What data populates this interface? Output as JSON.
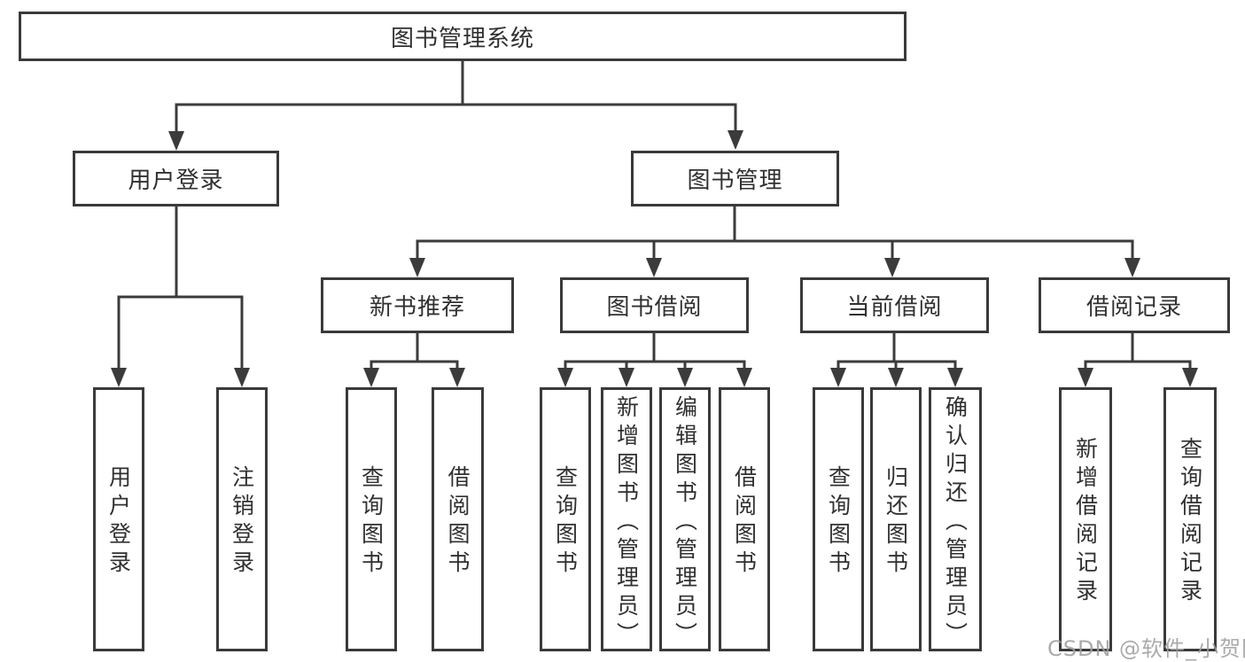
{
  "diagram": {
    "root": {
      "label": "图书管理系统"
    },
    "level2": [
      {
        "label": "用户登录"
      },
      {
        "label": "图书管理"
      }
    ],
    "level3": [
      {
        "label": "新书推荐"
      },
      {
        "label": "图书借阅"
      },
      {
        "label": "当前借阅"
      },
      {
        "label": "借阅记录"
      }
    ],
    "leaves": {
      "user_login": [
        "用户登录",
        "注销登录"
      ],
      "new_book": [
        "查询图书",
        "借阅图书"
      ],
      "book_borrow": [
        "查询图书",
        "新增图书（管理员）",
        "编辑图书（管理员）",
        "借阅图书"
      ],
      "current_borrow": [
        "查询图书",
        "归还图书",
        "确认归还（管理员）"
      ],
      "borrow_records": [
        "新增借阅记录",
        "查询借阅记录"
      ]
    }
  },
  "watermark": {
    "text": "CSDN @软件_小贺同学"
  },
  "colors": {
    "line": "#3b3b3b",
    "box_border": "#3a3a3a",
    "text": "#303030",
    "watermark": "#9e9e9e",
    "background": "#ffffff"
  }
}
